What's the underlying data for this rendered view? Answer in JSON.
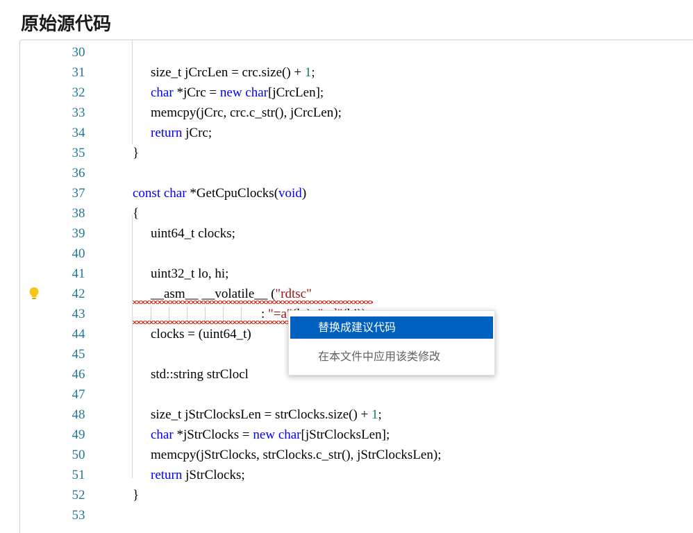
{
  "header": {
    "title": "原始源代码"
  },
  "editor": {
    "lines": [
      {
        "n": "30",
        "indent": 1,
        "tokens": []
      },
      {
        "n": "31",
        "indent": 1,
        "tokens": [
          [
            "t",
            "size_t jCrcLen = crc.size() + "
          ],
          [
            "num",
            "1"
          ],
          [
            "t",
            ";"
          ]
        ]
      },
      {
        "n": "32",
        "indent": 1,
        "tokens": [
          [
            "kw",
            "char"
          ],
          [
            "t",
            " *jCrc = "
          ],
          [
            "kw",
            "new"
          ],
          [
            "t",
            " "
          ],
          [
            "kw",
            "char"
          ],
          [
            "t",
            "[jCrcLen];"
          ]
        ]
      },
      {
        "n": "33",
        "indent": 1,
        "tokens": [
          [
            "t",
            "memcpy(jCrc, crc.c_str(), jCrcLen);"
          ]
        ]
      },
      {
        "n": "34",
        "indent": 1,
        "tokens": [
          [
            "kw",
            "return"
          ],
          [
            "t",
            " jCrc;"
          ]
        ]
      },
      {
        "n": "35",
        "indent": 0,
        "tokens": [
          [
            "t",
            "}"
          ]
        ]
      },
      {
        "n": "36",
        "indent": 0,
        "tokens": []
      },
      {
        "n": "37",
        "indent": 0,
        "tokens": [
          [
            "kw",
            "const"
          ],
          [
            "t",
            " "
          ],
          [
            "kw",
            "char"
          ],
          [
            "t",
            " *GetCpuClocks("
          ],
          [
            "kw",
            "void"
          ],
          [
            "t",
            ")"
          ]
        ]
      },
      {
        "n": "38",
        "indent": 0,
        "tokens": [
          [
            "t",
            "{"
          ]
        ]
      },
      {
        "n": "39",
        "indent": 1,
        "tokens": [
          [
            "t",
            "uint64_t clocks;"
          ]
        ]
      },
      {
        "n": "40",
        "indent": 1,
        "tokens": []
      },
      {
        "n": "41",
        "indent": 1,
        "tokens": [
          [
            "t",
            "uint32_t lo, hi;"
          ]
        ]
      },
      {
        "n": "42",
        "indent": 1,
        "tokens": [
          [
            "t",
            "__asm__ __volatile__ ("
          ],
          [
            "str",
            "\"rdtsc\""
          ]
        ]
      },
      {
        "n": "43",
        "indent": 6,
        "tokens": [
          [
            "t",
            ": "
          ],
          [
            "str",
            "\"=a\""
          ],
          [
            "t",
            "(lo), "
          ],
          [
            "str",
            "\"=d\""
          ],
          [
            "t",
            "(hi));"
          ]
        ]
      },
      {
        "n": "44",
        "indent": 1,
        "tokens": [
          [
            "t",
            "clocks = (uint64_t)"
          ]
        ]
      },
      {
        "n": "45",
        "indent": 1,
        "tokens": []
      },
      {
        "n": "46",
        "indent": 1,
        "tokens": [
          [
            "t",
            "std::string strClocl"
          ]
        ]
      },
      {
        "n": "47",
        "indent": 1,
        "tokens": []
      },
      {
        "n": "48",
        "indent": 1,
        "tokens": [
          [
            "t",
            "size_t jStrClocksLen = strClocks.size() + "
          ],
          [
            "num",
            "1"
          ],
          [
            "t",
            ";"
          ]
        ]
      },
      {
        "n": "49",
        "indent": 1,
        "tokens": [
          [
            "kw",
            "char"
          ],
          [
            "t",
            " *jStrClocks = "
          ],
          [
            "kw",
            "new"
          ],
          [
            "t",
            " "
          ],
          [
            "kw",
            "char"
          ],
          [
            "t",
            "[jStrClocksLen];"
          ]
        ]
      },
      {
        "n": "50",
        "indent": 1,
        "tokens": [
          [
            "t",
            "memcpy(jStrClocks, strClocks.c_str(), jStrClocksLen);"
          ]
        ]
      },
      {
        "n": "51",
        "indent": 1,
        "tokens": [
          [
            "kw",
            "return"
          ],
          [
            "t",
            " jStrClocks;"
          ]
        ]
      },
      {
        "n": "52",
        "indent": 0,
        "tokens": [
          [
            "t",
            "}"
          ]
        ]
      },
      {
        "n": "53",
        "indent": 0,
        "tokens": []
      }
    ],
    "lightbulb_icon": "lightbulb-icon"
  },
  "context_menu": {
    "items": [
      {
        "label": "替换成建议代码",
        "active": true
      },
      {
        "label": "在本文件中应用该类修改",
        "active": false
      }
    ]
  },
  "colors": {
    "keyword": "#0000ff",
    "number": "#098658",
    "string": "#a31515",
    "line_number": "#237893",
    "menu_highlight": "#0060c0",
    "squiggle": "#e51400"
  }
}
